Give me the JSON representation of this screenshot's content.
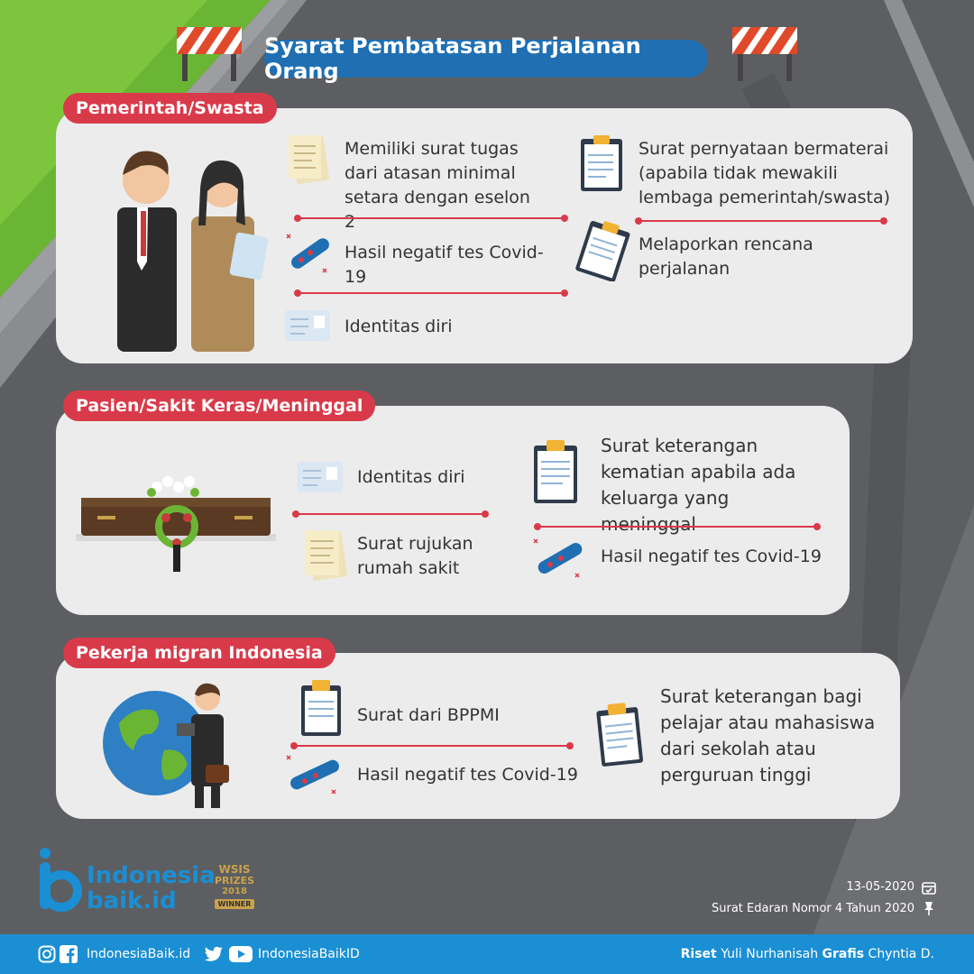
{
  "title": "Syarat Pembatasan Perjalanan Orang",
  "sections": [
    {
      "label": "Pemerintah/Swasta",
      "items": [
        "Memiliki surat tugas dari atasan minimal setara dengan eselon 2",
        "Hasil negatif tes Covid-19",
        "Identitas diri",
        "Surat pernyataan bermaterai (apabila tidak mewakili lembaga pemerintah/swasta)",
        "Melaporkan rencana perjalanan"
      ]
    },
    {
      "label": "Pasien/Sakit Keras/Meninggal",
      "items": [
        "Identitas diri",
        "Surat rujukan rumah sakit",
        "Surat keterangan kematian apabila ada keluarga yang meninggal",
        "Hasil negatif tes Covid-19"
      ]
    },
    {
      "label": "Pekerja migran Indonesia",
      "items": [
        "Surat dari BPPMI",
        "Hasil negatif tes Covid-19",
        "Surat keterangan bagi pelajar atau mahasiswa dari sekolah atau perguruan tinggi"
      ]
    }
  ],
  "logo": {
    "line1": "Indonesia",
    "line2": "baik.id"
  },
  "award": {
    "line1": "WSIS",
    "line2": "PRIZES",
    "line3": "2018",
    "line4": "WINNER"
  },
  "meta": {
    "date": "13-05-2020",
    "source": "Surat Edaran Nomor 4 Tahun 2020"
  },
  "footer": {
    "handle_left": "IndonesiaBaik.id",
    "handle_right": "IndonesiaBaikID",
    "riset_label": "Riset",
    "riset_name": "Yuli Nurhanisah",
    "grafis_label": "Grafis",
    "grafis_name": "Chyntia D."
  },
  "colors": {
    "accent_red": "#d93a4a",
    "brand_blue": "#1a8fd4",
    "banner_blue": "#1f6fb2",
    "panel": "#ececec"
  }
}
